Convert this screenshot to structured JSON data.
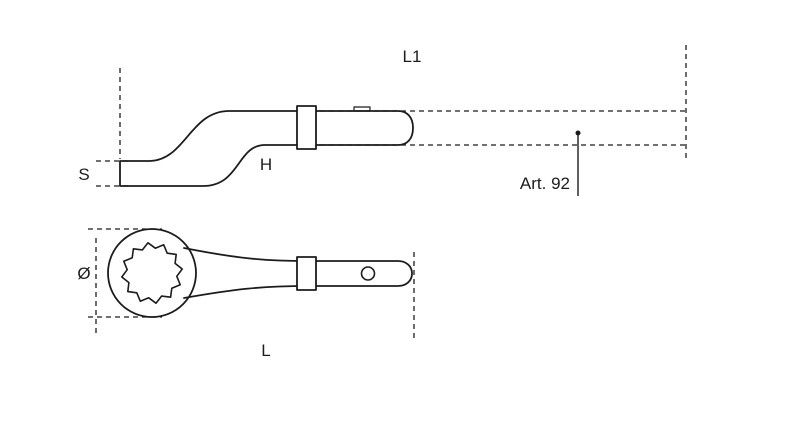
{
  "page": {
    "background_color": "#ffffff",
    "line_color": "#1c1c1c"
  },
  "labels": {
    "overall_length_with_extension": "L1",
    "offset_height": "H",
    "ring_thickness": "S",
    "extension_article": "Art. 92",
    "ring_diameter": "Ø",
    "wrench_length": "L"
  }
}
